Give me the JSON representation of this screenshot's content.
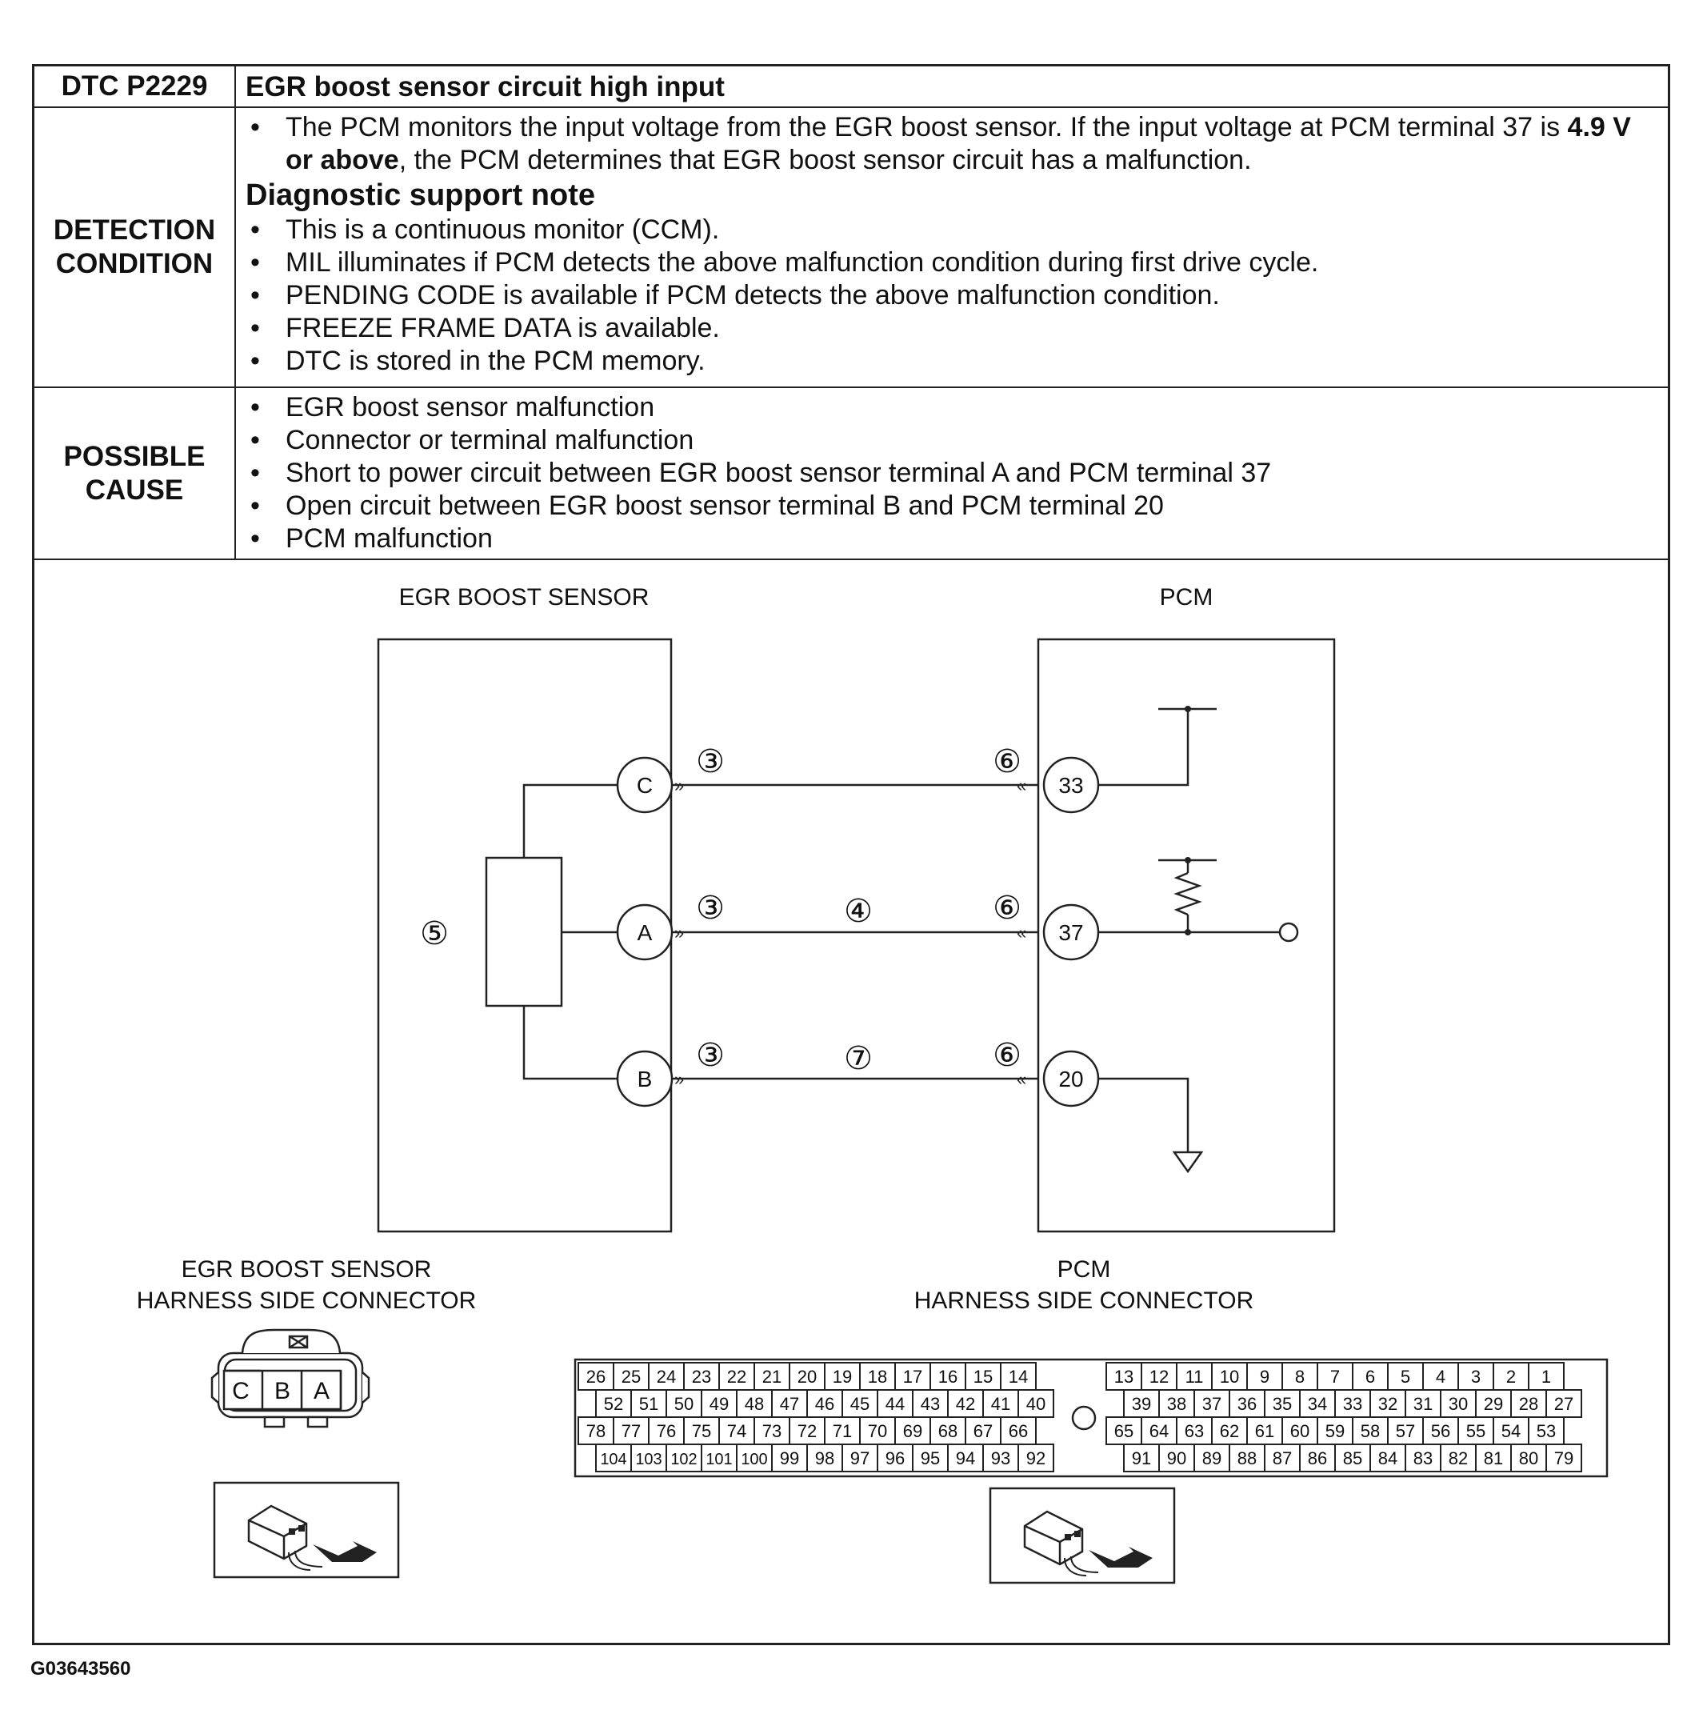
{
  "header": {
    "dtc_code": "DTC P2229",
    "dtc_title": "EGR boost sensor circuit high input"
  },
  "detection": {
    "label_line1": "DETECTION",
    "label_line2": "CONDITION",
    "bullet1_part1": "The PCM monitors the input voltage from the EGR boost sensor. If the input voltage at PCM terminal 37 is",
    "bullet1_bold": "4.9 V or above",
    "bullet1_part2": ", the PCM determines that EGR boost sensor circuit has a malfunction.",
    "support_heading": "Diagnostic support note",
    "notes": [
      "This is a continuous monitor (CCM).",
      "MIL illuminates if PCM detects the above malfunction condition during first drive cycle.",
      "PENDING CODE is available if PCM detects the above malfunction condition.",
      "FREEZE FRAME DATA is available.",
      "DTC is stored in the PCM memory."
    ]
  },
  "possible_cause": {
    "label_line1": "POSSIBLE",
    "label_line2": "CAUSE",
    "items": [
      "EGR boost sensor malfunction",
      "Connector or terminal malfunction",
      "Short to power circuit between EGR boost sensor terminal A and PCM terminal 37",
      "Open circuit between EGR boost sensor terminal B and PCM terminal 20",
      "PCM malfunction"
    ]
  },
  "wiring": {
    "sensor_title": "EGR BOOST SENSOR",
    "pcm_title": "PCM",
    "sensor_terminals": [
      "C",
      "A",
      "B"
    ],
    "pcm_terminals": [
      "33",
      "37",
      "20"
    ],
    "callout_3": "③",
    "callout_4": "④",
    "callout_5": "⑤",
    "callout_6": "⑥",
    "callout_7": "⑦"
  },
  "connectors": {
    "sensor_title_line1": "EGR BOOST SENSOR",
    "sensor_title_line2": "HARNESS SIDE CONNECTOR",
    "sensor_pins": [
      "C",
      "B",
      "A"
    ],
    "pcm_title_line1": "PCM",
    "pcm_title_line2": "HARNESS SIDE CONNECTOR",
    "pcm_left_rows": [
      [
        "26",
        "25",
        "24",
        "23",
        "22",
        "21",
        "20",
        "19",
        "18",
        "17",
        "16",
        "15",
        "14"
      ],
      [
        "52",
        "51",
        "50",
        "49",
        "48",
        "47",
        "46",
        "45",
        "44",
        "43",
        "42",
        "41",
        "40"
      ],
      [
        "78",
        "77",
        "76",
        "75",
        "74",
        "73",
        "72",
        "71",
        "70",
        "69",
        "68",
        "67",
        "66"
      ],
      [
        "104",
        "103",
        "102",
        "101",
        "100",
        "99",
        "98",
        "97",
        "96",
        "95",
        "94",
        "93",
        "92"
      ]
    ],
    "pcm_right_rows": [
      [
        "13",
        "12",
        "11",
        "10",
        "9",
        "8",
        "7",
        "6",
        "5",
        "4",
        "3",
        "2",
        "1"
      ],
      [
        "39",
        "38",
        "37",
        "36",
        "35",
        "34",
        "33",
        "32",
        "31",
        "30",
        "29",
        "28",
        "27"
      ],
      [
        "65",
        "64",
        "63",
        "62",
        "61",
        "60",
        "59",
        "58",
        "57",
        "56",
        "55",
        "54",
        "53"
      ],
      [
        "91",
        "90",
        "89",
        "88",
        "87",
        "86",
        "85",
        "84",
        "83",
        "82",
        "81",
        "80",
        "79"
      ]
    ]
  },
  "footer": {
    "figure_code": "G03643560"
  }
}
